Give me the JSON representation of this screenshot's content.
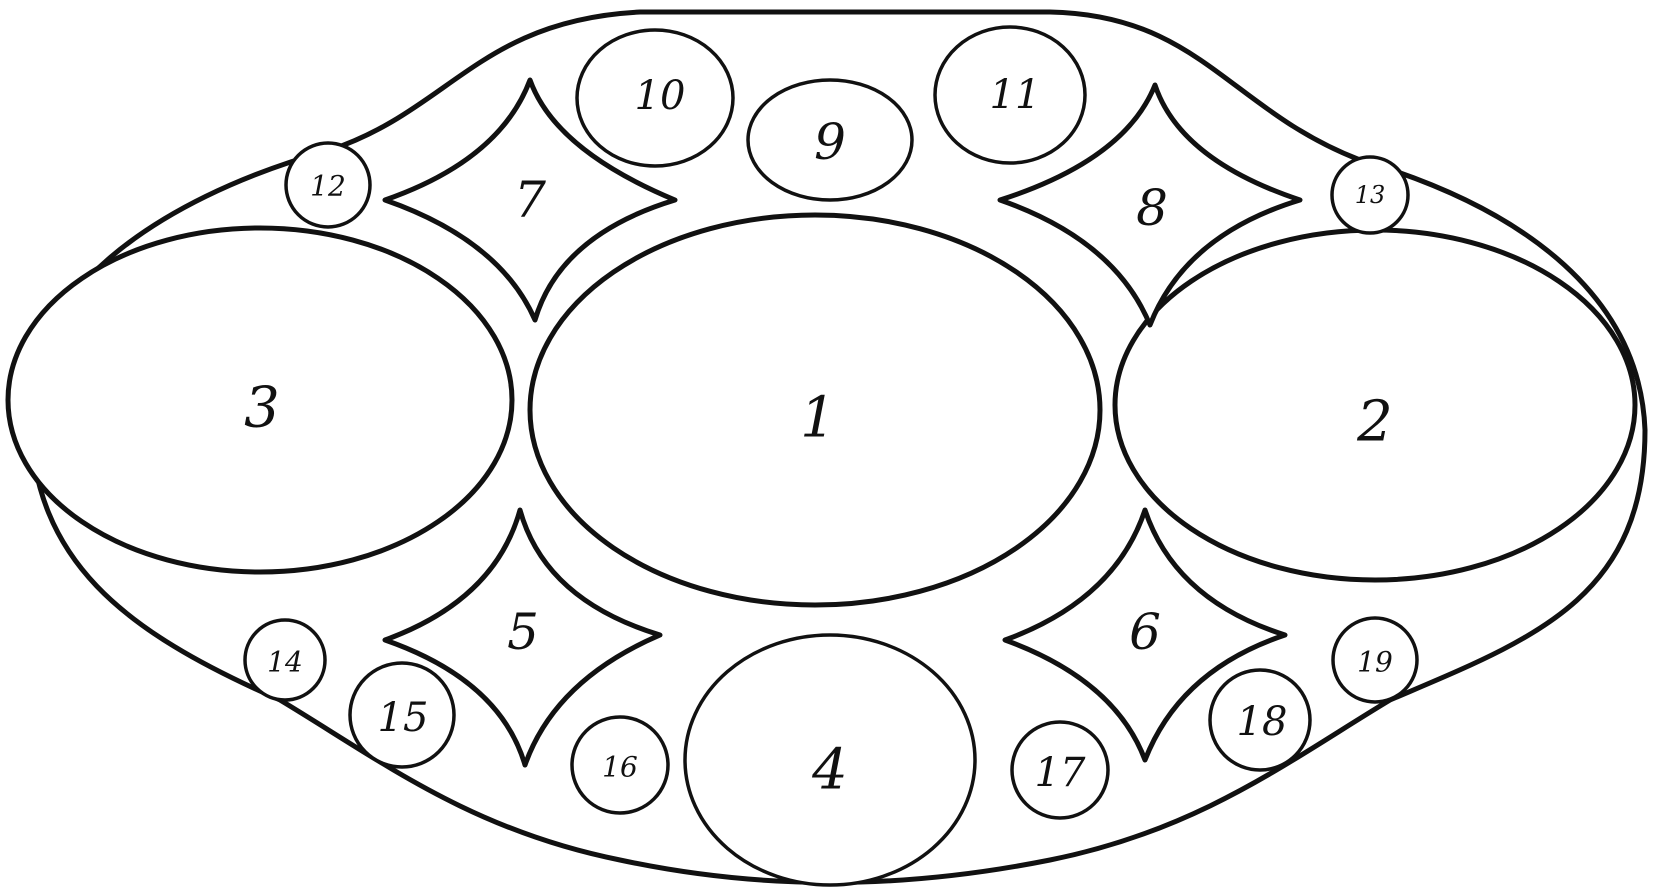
{
  "labels": {
    "p1": "1",
    "p2": "2",
    "p3": "3",
    "p4": "4",
    "p5": "5",
    "p6": "6",
    "p7": "7",
    "p8": "8",
    "p9": "9",
    "p10": "10",
    "p11": "11",
    "p12": "12",
    "p13": "13",
    "p14": "14",
    "p15": "15",
    "p16": "16",
    "p17": "17",
    "p18": "18",
    "p19": "19"
  },
  "colors": {
    "line": "#111111",
    "background": "#ffffff"
  }
}
